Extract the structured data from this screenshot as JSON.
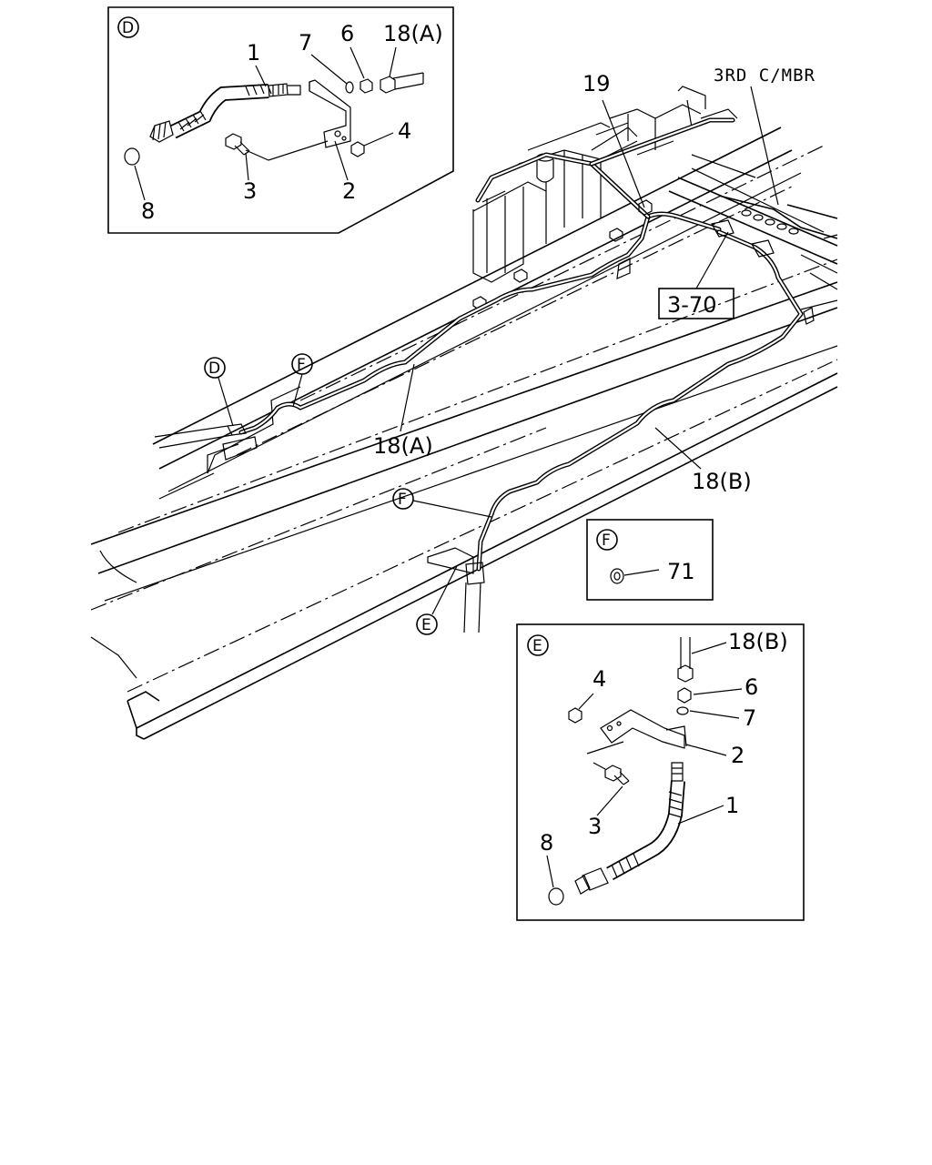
{
  "labels": {
    "third_crossmember": "3RD C/MBR",
    "ref_3_70": "3-70",
    "part_19": "19",
    "pipe_18a": "18(A)",
    "pipe_18b": "18(B)"
  },
  "callouts": {
    "D": "D",
    "E": "E",
    "F": "F"
  },
  "detail_d": {
    "title": "D",
    "part_1": "1",
    "part_2": "2",
    "part_3": "3",
    "part_4": "4",
    "part_6": "6",
    "part_7": "7",
    "part_8": "8",
    "part_18a": "18(A)"
  },
  "detail_f": {
    "title": "F",
    "part_71": "71"
  },
  "detail_e": {
    "title": "E",
    "part_1": "1",
    "part_2": "2",
    "part_3": "3",
    "part_4": "4",
    "part_6": "6",
    "part_7": "7",
    "part_8": "8",
    "part_18b": "18(B)"
  }
}
